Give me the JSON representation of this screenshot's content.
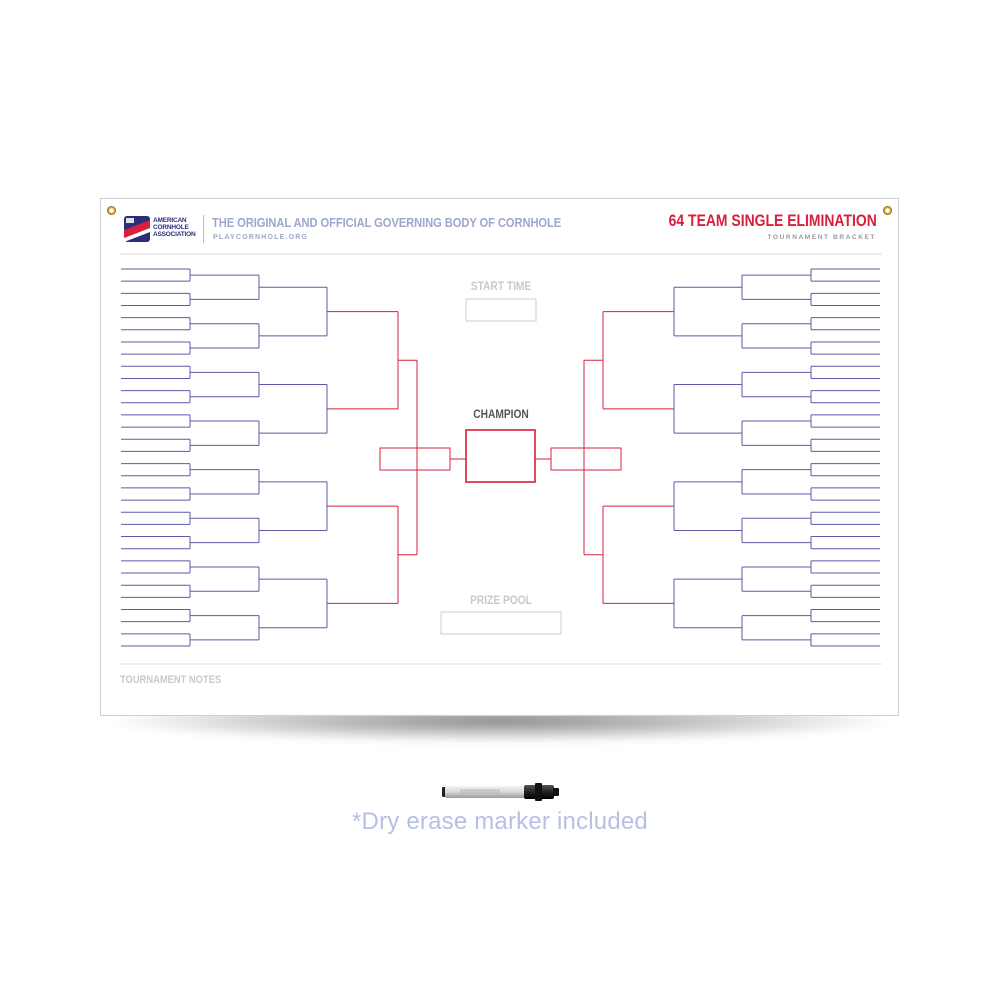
{
  "header": {
    "logo_text": [
      "AMERICAN",
      "CORNHOLE",
      "ASSOCIATION"
    ],
    "tagline": "THE ORIGINAL AND OFFICIAL GOVERNING BODY OF CORNHOLE",
    "website": "PLAYCORNHOLE.ORG",
    "title": "64 TEAM SINGLE ELIMINATION",
    "subtitle": "TOURNAMENT BRACKET"
  },
  "center": {
    "start_time_label": "START TIME",
    "champion_label": "CHAMPION",
    "prize_pool_label": "PRIZE POOL"
  },
  "footer": {
    "notes_label": "TOURNAMENT NOTES"
  },
  "product_note": "*Dry erase marker included",
  "colors": {
    "bracket_blue": "#5b5aa8",
    "bracket_red": "#d6203c",
    "tagline_gray_blue": "#9ea7cc",
    "label_gray": "#c9c9c9"
  }
}
